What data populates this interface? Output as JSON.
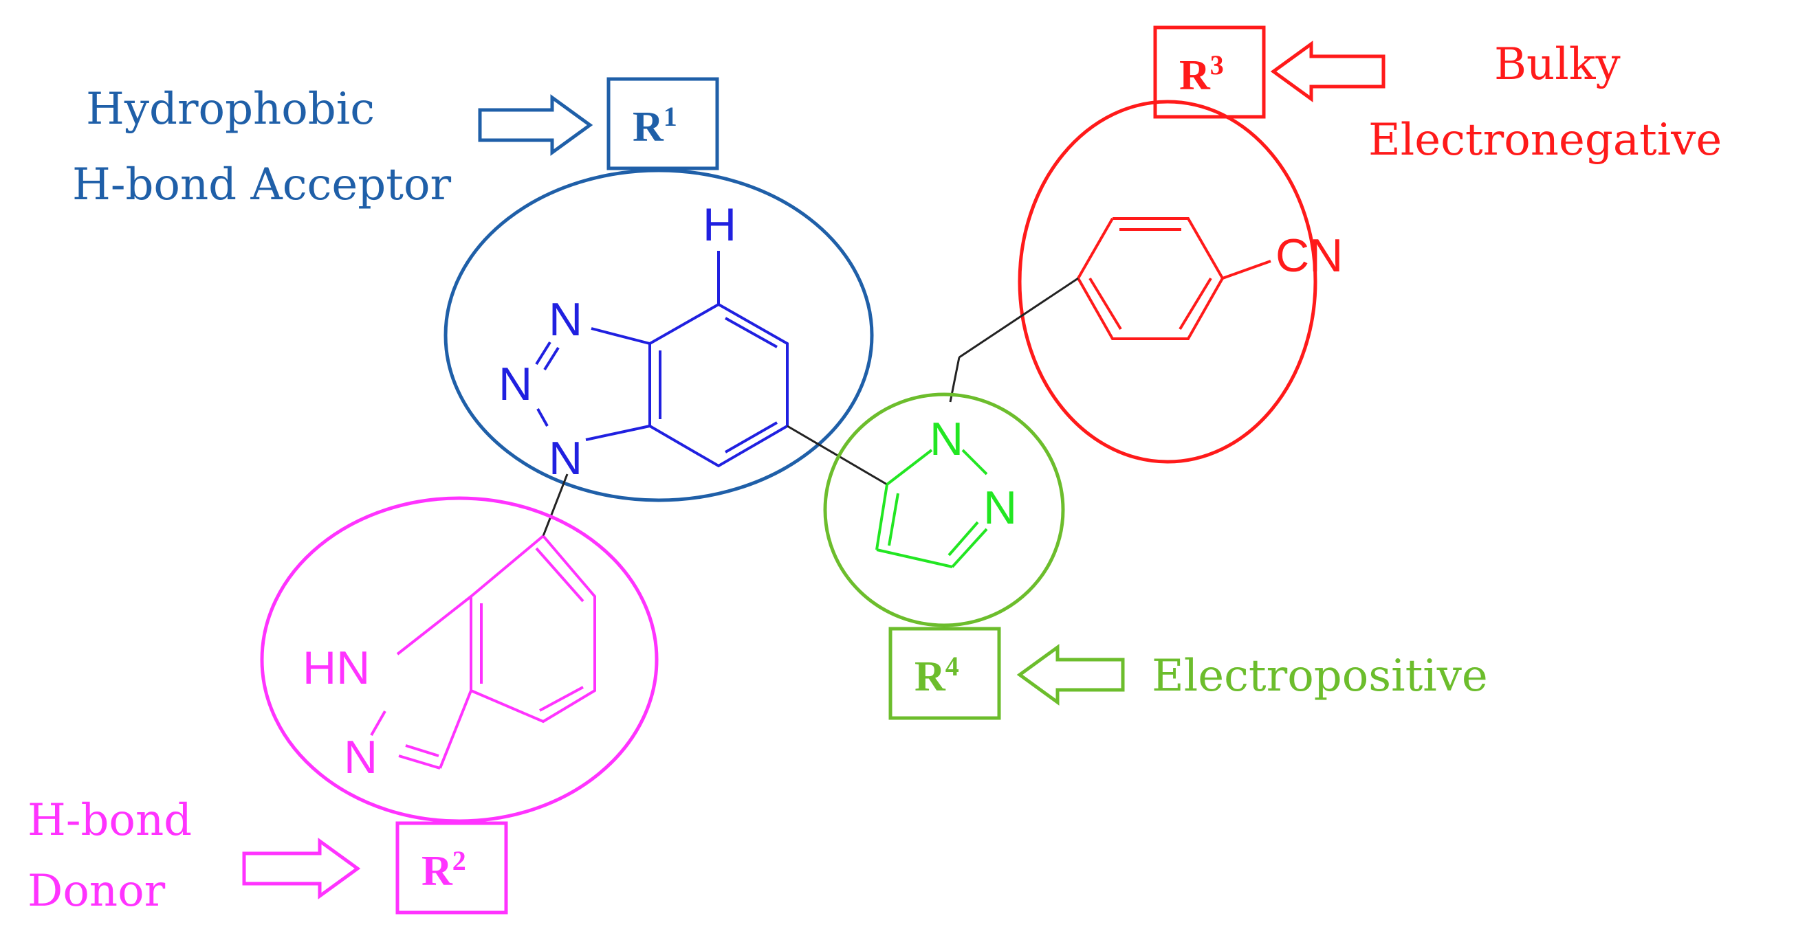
{
  "colors": {
    "r1": "#1f5fa8",
    "r1_structure": "#2020e0",
    "r2": "#ff33ff",
    "r3": "#ff1a1a",
    "r4": "#6cbd2c",
    "r4_structure": "#22e622",
    "linker": "#222222"
  },
  "regions": {
    "r1": {
      "tag": "R",
      "tag_sup": "1",
      "desc_line1": "Hydrophobic",
      "desc_line2": "H-bond Acceptor"
    },
    "r2": {
      "tag": "R",
      "tag_sup": "2",
      "desc_line1": "H-bond",
      "desc_line2": "Donor"
    },
    "r3": {
      "tag": "R",
      "tag_sup": "3",
      "desc_line1": "Bulky",
      "desc_line2": "Electronegative"
    },
    "r4": {
      "tag": "R",
      "tag_sup": "4",
      "desc_line1": "Electropositive"
    }
  },
  "atoms": {
    "benzotriazole_h": "H",
    "benzotriazole_n_top": "N",
    "benzotriazole_n_mid": "N",
    "benzotriazole_n_bottom": "N",
    "pyrazole_n1": "N",
    "pyrazole_n2": "N",
    "nitrile": "CN",
    "indazole_nh": "HN",
    "indazole_n": "N"
  },
  "icons": [
    "arrow-right-icon",
    "arrow-left-icon"
  ]
}
